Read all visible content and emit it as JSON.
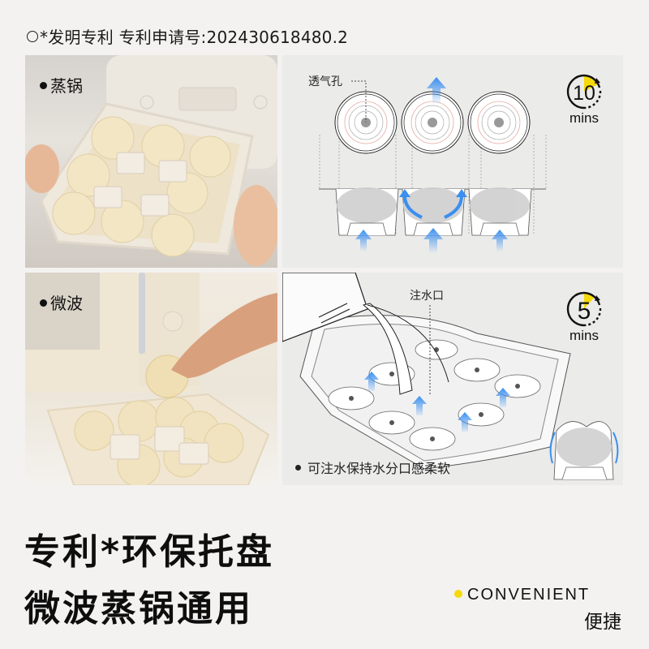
{
  "header": {
    "patent_prefix": "*发明专利",
    "application_label": "专利申请号:",
    "application_number": "202430618480.2"
  },
  "panels": {
    "steam_photo": {
      "label": "蒸锅"
    },
    "steam_diagram": {
      "vent_label": "透气孔",
      "timer_value": "10",
      "timer_unit": "mins"
    },
    "micro_photo": {
      "label": "微波"
    },
    "micro_diagram": {
      "inlet_label": "注水口",
      "timer_value": "5",
      "timer_unit": "mins",
      "note": "可注水保持水分口感柔软"
    }
  },
  "headline": {
    "line1": "专利*环保托盘",
    "line2": "微波蒸锅通用"
  },
  "feature": {
    "label_en": "CONVENIENT",
    "label_cn": "便捷"
  },
  "colors": {
    "accent_yellow": "#f5d90a",
    "arrow_blue": "#3a8ff0",
    "background": "#f3f2f0",
    "diagram_bg": "#ebebea"
  },
  "icons": {
    "timer": "clock-timer-icon",
    "steam_arrow": "arrow-up-icon",
    "bullet": "dot-icon"
  }
}
